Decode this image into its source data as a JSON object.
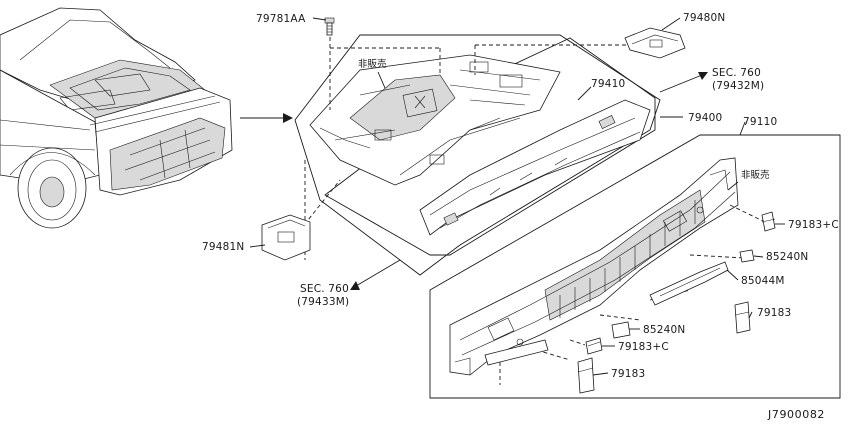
{
  "diagram": {
    "drawing_code": "J7900082",
    "parts": {
      "bolt": "79781AA",
      "bracket_top": "79480N",
      "bracket_left": "79481N",
      "upper_panel": "79410",
      "floor_panel_assy": "79400",
      "rear_panel_assy": "79110",
      "brace_right_1": "79183+C",
      "brace_right_2": "85240N",
      "reinforcement": "85044M",
      "brace_right_3": "79183",
      "brace_low_1": "85240N",
      "brace_low_2": "79183+C",
      "brace_low_3": "79183"
    },
    "notes": {
      "not_for_sale_1": "非販売",
      "not_for_sale_2": "非販売"
    },
    "section_refs": {
      "upper_sec": "SEC. 760",
      "upper_sec_code": "(79432M)",
      "lower_sec": "SEC. 760",
      "lower_sec_code": "(79433M)"
    }
  }
}
